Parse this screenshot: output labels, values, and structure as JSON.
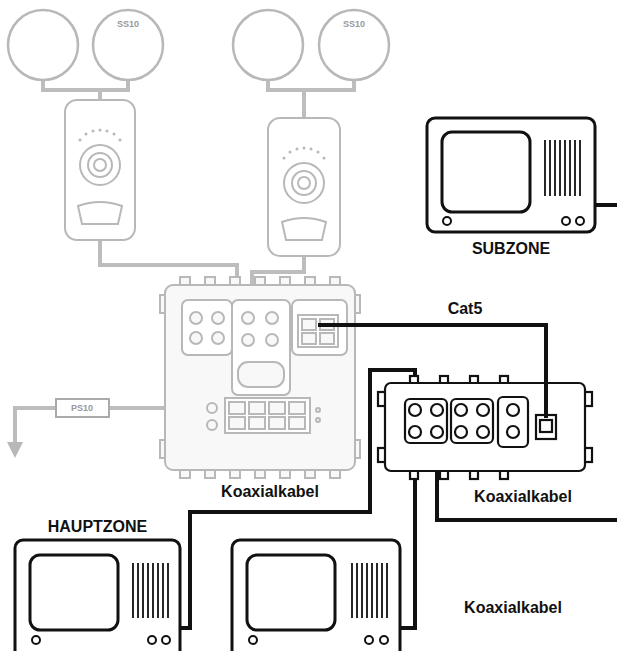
{
  "diagram": {
    "nodes": [
      {
        "text": [
          "SUBZONE"
        ]
      },
      {
        "text": [
          "PS10"
        ]
      },
      {
        "text": [
          "HAUPTZONE"
        ]
      }
    ],
    "labels": [
      "SS10",
      "SS10",
      "Cat5",
      "Koaxialkabel",
      "Koaxialkabel",
      "Koaxialkabel"
    ]
  }
}
